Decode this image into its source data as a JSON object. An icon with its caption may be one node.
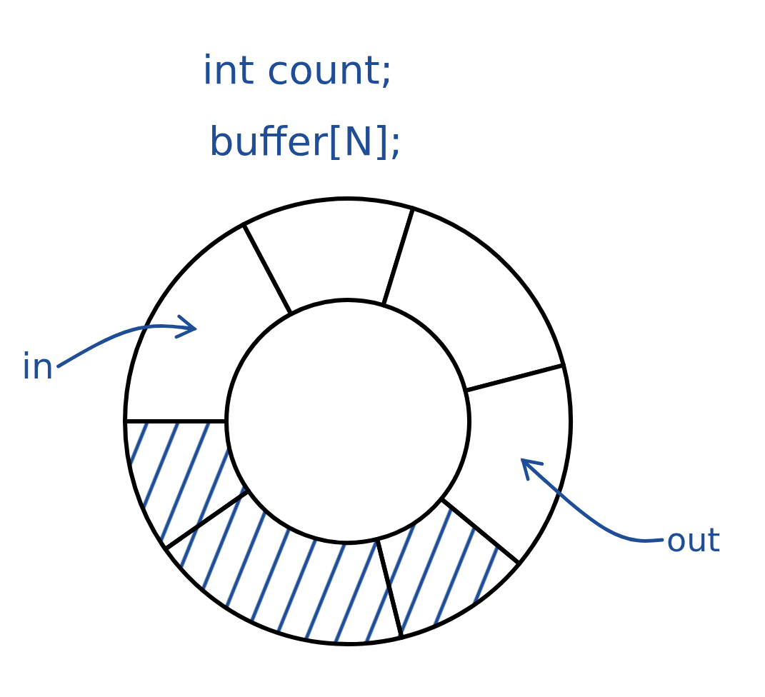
{
  "diagram": {
    "nodes": [
      {
        "text": [
          "in"
        ]
      },
      {
        "text": [],
        "shape": "sector"
      },
      {
        "text": [],
        "shape": "sector"
      },
      {
        "text": [],
        "shape": "sector"
      },
      {
        "text": [],
        "shape": "sector"
      },
      {
        "text": [],
        "shape": "sector"
      },
      {
        "text": [],
        "shape": "sector"
      },
      {
        "text": [],
        "shape": "sector"
      },
      {
        "text": [
          "out"
        ]
      }
    ],
    "edges": [
      {
        "from": 0,
        "to": 1,
        "arrow": "to"
      },
      {
        "from": 8,
        "to": 4,
        "arrow": "to"
      }
    ],
    "labels": [
      "int count;",
      "buffer[N];"
    ]
  }
}
